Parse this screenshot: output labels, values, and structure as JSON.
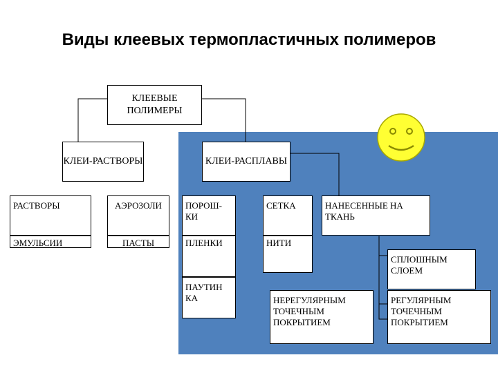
{
  "title": "Виды клеевых термопластичных полимеров",
  "nodes": {
    "root": "КЛЕЕВЫЕ ПОЛИМЕРЫ",
    "solutions_group": "КЛЕИ-РАСТВОРЫ",
    "melts_group": "КЛЕИ-РАСПЛАВЫ",
    "solutions": "РАСТВОРЫ",
    "emulsions": "ЭМУЛЬСИИ",
    "aerosols": "АЭРОЗОЛИ",
    "pastes": "ПАСТЫ",
    "powders": "ПОРОШ-КИ",
    "films": "ПЛЕНКИ",
    "webs": "ПАУТИН КА",
    "mesh": "СЕТКА",
    "threads": "НИТИ",
    "fabric": "НАНЕСЕННЫЕ НА ТКАНЬ",
    "continuous": "СПЛОШНЫМ СЛОЕМ",
    "irregular": "НЕРЕГУЛЯРНЫМ ТОЧЕЧНЫМ ПОКРЫТИЕМ",
    "regular": "РЕГУЛЯРНЫМ ТОЧЕЧНЫМ ПОКРЫТИЕМ"
  },
  "colors": {
    "panel": "#4f81bd",
    "smiley": "#ffff33"
  },
  "icons": {
    "decoration": "smiley-icon"
  }
}
